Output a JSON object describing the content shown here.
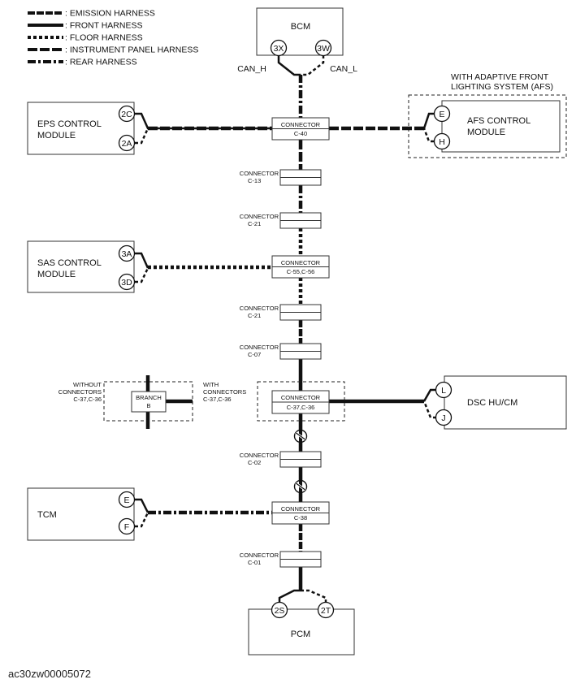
{
  "legend": [
    {
      "style": "emission",
      "label": ": EMISSION HARNESS"
    },
    {
      "style": "front",
      "label": ": FRONT HARNESS"
    },
    {
      "style": "floor",
      "label": ": FLOOR HARNESS"
    },
    {
      "style": "instrument",
      "label": ": INSTRUMENT PANEL HARNESS"
    },
    {
      "style": "rear",
      "label": ": REAR HARNESS"
    }
  ],
  "modules": {
    "bcm": {
      "name": "BCM",
      "pins": [
        "3X",
        "3W"
      ],
      "wires": [
        "CAN_H",
        "CAN_L"
      ]
    },
    "eps": {
      "line1": "EPS CONTROL",
      "line2": "MODULE",
      "pins": [
        "2C",
        "2A"
      ]
    },
    "afs": {
      "line1": "AFS CONTROL",
      "line2": "MODULE",
      "pins": [
        "E",
        "H"
      ],
      "note_line1": "WITH ADAPTIVE FRONT",
      "note_line2": "LIGHTING SYSTEM (AFS)"
    },
    "sas": {
      "line1": "SAS CONTROL",
      "line2": "MODULE",
      "pins": [
        "3A",
        "3D"
      ]
    },
    "dsc": {
      "name": "DSC HU/CM",
      "pins": [
        "L",
        "J"
      ]
    },
    "tcm": {
      "name": "TCM",
      "pins": [
        "E",
        "F"
      ]
    },
    "pcm": {
      "name": "PCM",
      "pins": [
        "2S",
        "2T"
      ]
    }
  },
  "connectors": {
    "c40": {
      "word": "CONNECTOR",
      "id": "C-40"
    },
    "c13": {
      "word": "CONNECTOR",
      "id": "C-13"
    },
    "c21a": {
      "word": "CONNECTOR",
      "id": "C-21"
    },
    "c55": {
      "word": "CONNECTOR",
      "id": "C-55,C-56"
    },
    "c21b": {
      "word": "CONNECTOR",
      "id": "C-21"
    },
    "c07": {
      "word": "CONNECTOR",
      "id": "C-07"
    },
    "c37": {
      "word": "CONNECTOR",
      "id": "C-37,C-36"
    },
    "c02": {
      "word": "CONNECTOR",
      "id": "C-02"
    },
    "c38": {
      "word": "CONNECTOR",
      "id": "C-38"
    },
    "c01": {
      "word": "CONNECTOR",
      "id": "C-01"
    }
  },
  "branch": {
    "word": "BRANCH",
    "id": "B",
    "without_line1": "WITHOUT",
    "without_line2": "CONNECTORS",
    "without_line3": "C-37,C-36",
    "with_line1": "WITH",
    "with_line2": "CONNECTORS",
    "with_line3": "C-37,C-36"
  },
  "footer": "ac30zw00005072"
}
